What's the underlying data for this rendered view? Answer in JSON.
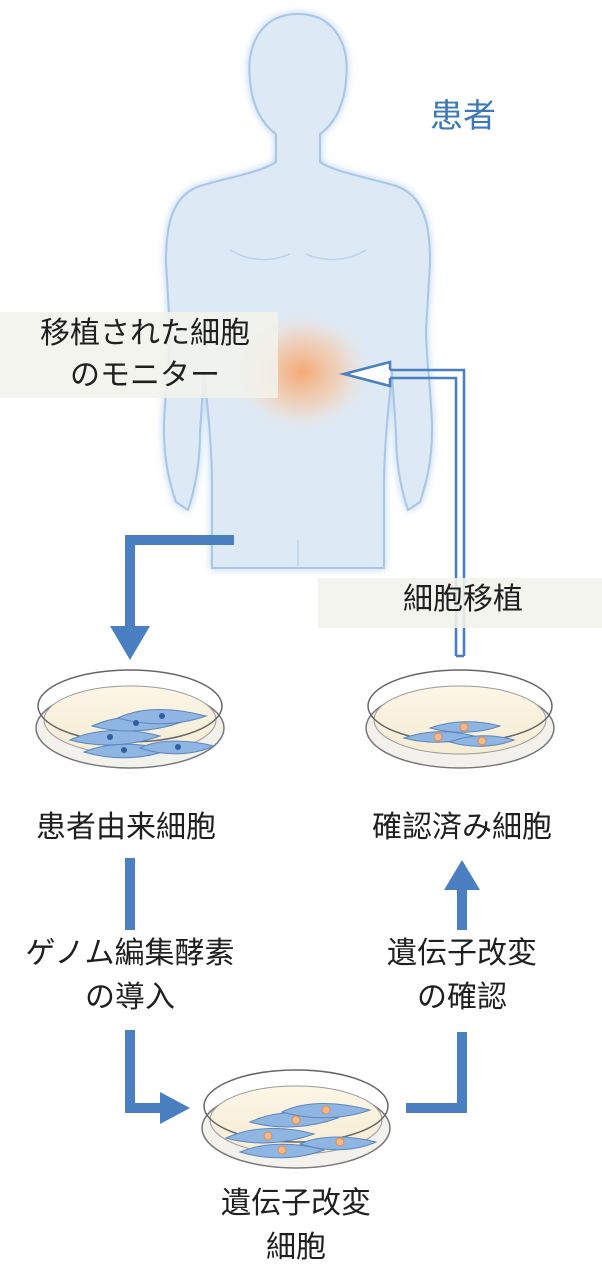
{
  "labels": {
    "patient": "患者",
    "monitor_line1": "移植された細胞",
    "monitor_line2": "のモニター",
    "transplant": "細胞移植",
    "patient_cells": "患者由来細胞",
    "verified_cells": "確認済み細胞",
    "enzyme_line1": "ゲノム編集酵素",
    "enzyme_line2": "の導入",
    "confirm_line1": "遺伝子改変",
    "confirm_line2": "の確認",
    "edited_line1": "遺伝子改変",
    "edited_line2": "細胞"
  },
  "colors": {
    "arrow": "#4a7fc1",
    "body_fill": "#dde9f5",
    "body_outline": "#aac6e6",
    "patient_label": "#3d78b8",
    "cell_blue": "#8fb5e2",
    "cell_orange": "#f4b98a",
    "highlight": "#f6a56c"
  }
}
